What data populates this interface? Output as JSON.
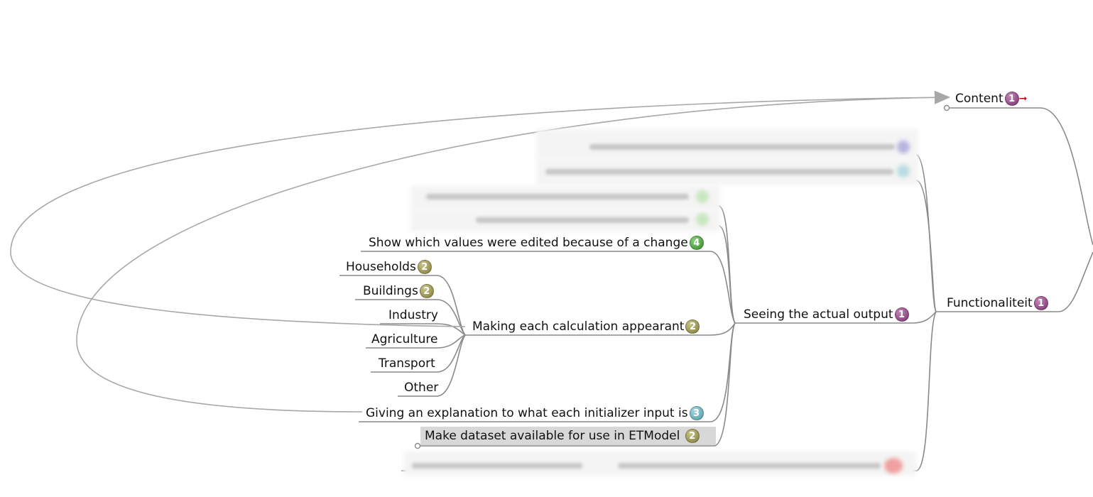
{
  "nodes": {
    "content": {
      "label": "Content",
      "badge": "1"
    },
    "functionaliteit": {
      "label": "Functionaliteit",
      "badge": "1"
    },
    "seeing": {
      "label": "Seeing the actual output",
      "badge": "1"
    },
    "show_values": {
      "label": "Show which values were edited because of a change",
      "badge": "4"
    },
    "making_each": {
      "label": "Making each calculation appearant",
      "badge": "2"
    },
    "households": {
      "label": "Households",
      "badge": "2"
    },
    "buildings": {
      "label": "Buildings",
      "badge": "2"
    },
    "industry": {
      "label": "Industry"
    },
    "agriculture": {
      "label": "Agriculture"
    },
    "transport": {
      "label": "Transport"
    },
    "other": {
      "label": "Other"
    },
    "giving": {
      "label": "Giving an explanation to what each initializer input is",
      "badge": "3"
    },
    "make_dataset": {
      "label": "Make dataset available for use in ETModel",
      "badge": "2"
    }
  },
  "colors": {
    "line": "#8a8a8a",
    "arrow": "#a8a8a8",
    "badge_purple": "#8b3a7c",
    "badge_olive": "#8f8a45",
    "badge_teal": "#5aa7b3",
    "badge_green": "#3c9a35",
    "link_marker": "#cc0000"
  }
}
